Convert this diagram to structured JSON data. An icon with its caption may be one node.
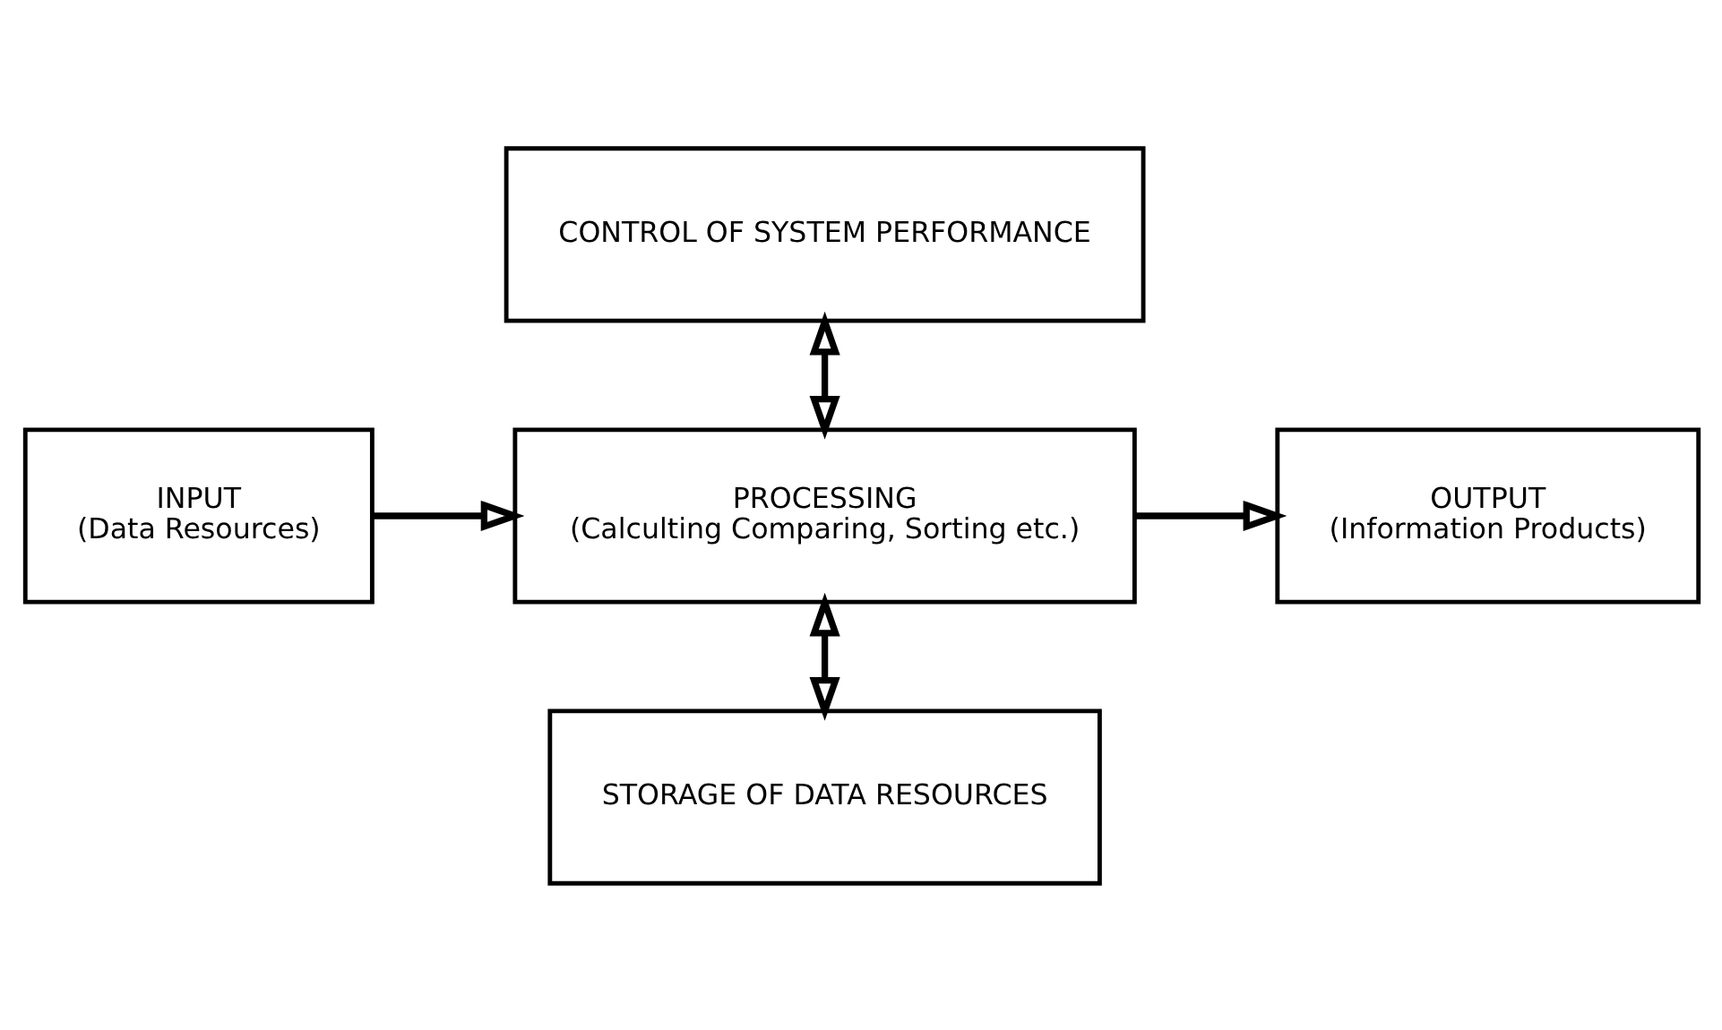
{
  "diagram": {
    "nodes": [
      {
        "text": [
          "CONTROL OF SYSTEM PERFORMANCE"
        ]
      },
      {
        "text": [
          "INPUT",
          "(Data Resources)"
        ]
      },
      {
        "text": [
          "PROCESSING",
          "(Calculting Comparing, Sorting etc.)"
        ]
      },
      {
        "text": [
          "OUTPUT",
          "(Information Products)"
        ]
      },
      {
        "text": [
          "STORAGE OF DATA RESOURCES"
        ]
      }
    ],
    "edges": [
      {
        "from": 1,
        "to": 2,
        "arrow": "to"
      },
      {
        "from": 2,
        "to": 3,
        "arrow": "to"
      },
      {
        "from": 0,
        "to": 2,
        "arrow": "both"
      },
      {
        "from": 2,
        "to": 4,
        "arrow": "both"
      }
    ]
  }
}
